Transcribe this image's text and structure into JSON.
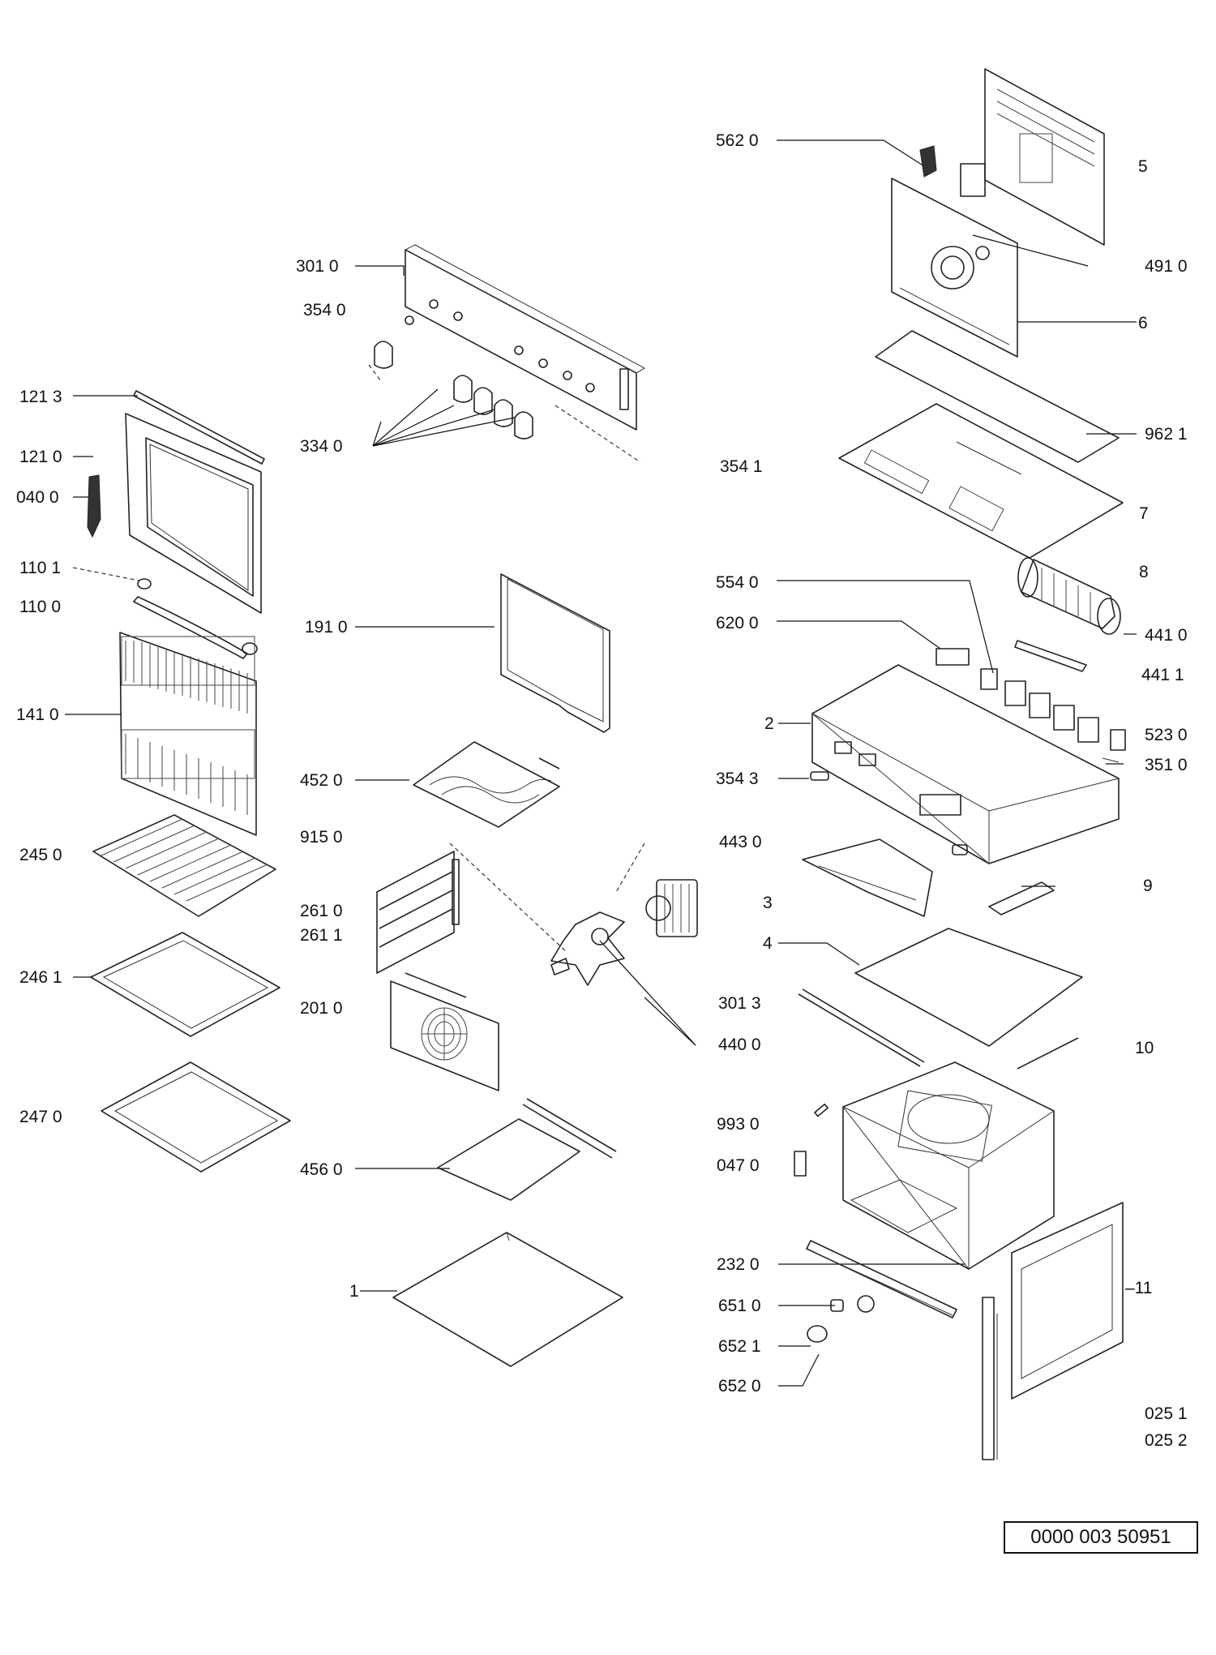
{
  "diagram": {
    "document_number": "0000 003 50951",
    "labels": [
      {
        "key": "5620",
        "text": "562 0"
      },
      {
        "key": "5",
        "text": "5"
      },
      {
        "key": "4910",
        "text": "491 0"
      },
      {
        "key": "6",
        "text": "6"
      },
      {
        "key": "3010",
        "text": "301 0"
      },
      {
        "key": "3540",
        "text": "354 0"
      },
      {
        "key": "1213",
        "text": "121 3"
      },
      {
        "key": "9621",
        "text": "962 1"
      },
      {
        "key": "3340",
        "text": "334 0"
      },
      {
        "key": "1210",
        "text": "121 0"
      },
      {
        "key": "3541",
        "text": "354 1"
      },
      {
        "key": "0400",
        "text": "040 0"
      },
      {
        "key": "7",
        "text": "7"
      },
      {
        "key": "1101",
        "text": "110 1"
      },
      {
        "key": "8",
        "text": "8"
      },
      {
        "key": "5540",
        "text": "554 0"
      },
      {
        "key": "1100",
        "text": "110 0"
      },
      {
        "key": "6200",
        "text": "620 0"
      },
      {
        "key": "1910",
        "text": "191 0"
      },
      {
        "key": "4410",
        "text": "441 0"
      },
      {
        "key": "4411",
        "text": "441 1"
      },
      {
        "key": "1410",
        "text": "141 0"
      },
      {
        "key": "2",
        "text": "2"
      },
      {
        "key": "5230",
        "text": "523 0"
      },
      {
        "key": "3510",
        "text": "351 0"
      },
      {
        "key": "4520",
        "text": "452 0"
      },
      {
        "key": "3543",
        "text": "354 3"
      },
      {
        "key": "9150",
        "text": "915 0"
      },
      {
        "key": "4430",
        "text": "443 0"
      },
      {
        "key": "2450",
        "text": "245 0"
      },
      {
        "key": "9",
        "text": "9"
      },
      {
        "key": "3",
        "text": "3"
      },
      {
        "key": "2610",
        "text": "261 0"
      },
      {
        "key": "2611",
        "text": "261 1"
      },
      {
        "key": "4",
        "text": "4"
      },
      {
        "key": "2461",
        "text": "246 1"
      },
      {
        "key": "3013",
        "text": "301 3"
      },
      {
        "key": "2010",
        "text": "201 0"
      },
      {
        "key": "4400",
        "text": "440 0"
      },
      {
        "key": "10",
        "text": "10"
      },
      {
        "key": "2470",
        "text": "247 0"
      },
      {
        "key": "9930",
        "text": "993 0"
      },
      {
        "key": "4560",
        "text": "456 0"
      },
      {
        "key": "0470",
        "text": "047 0"
      },
      {
        "key": "2320",
        "text": "232 0"
      },
      {
        "key": "1",
        "text": "1"
      },
      {
        "key": "11",
        "text": "–11"
      },
      {
        "key": "6510",
        "text": "651 0"
      },
      {
        "key": "6521",
        "text": "652 1"
      },
      {
        "key": "6520",
        "text": "652 0"
      },
      {
        "key": "0251",
        "text": "025 1"
      },
      {
        "key": "0252",
        "text": "025 2"
      }
    ]
  }
}
